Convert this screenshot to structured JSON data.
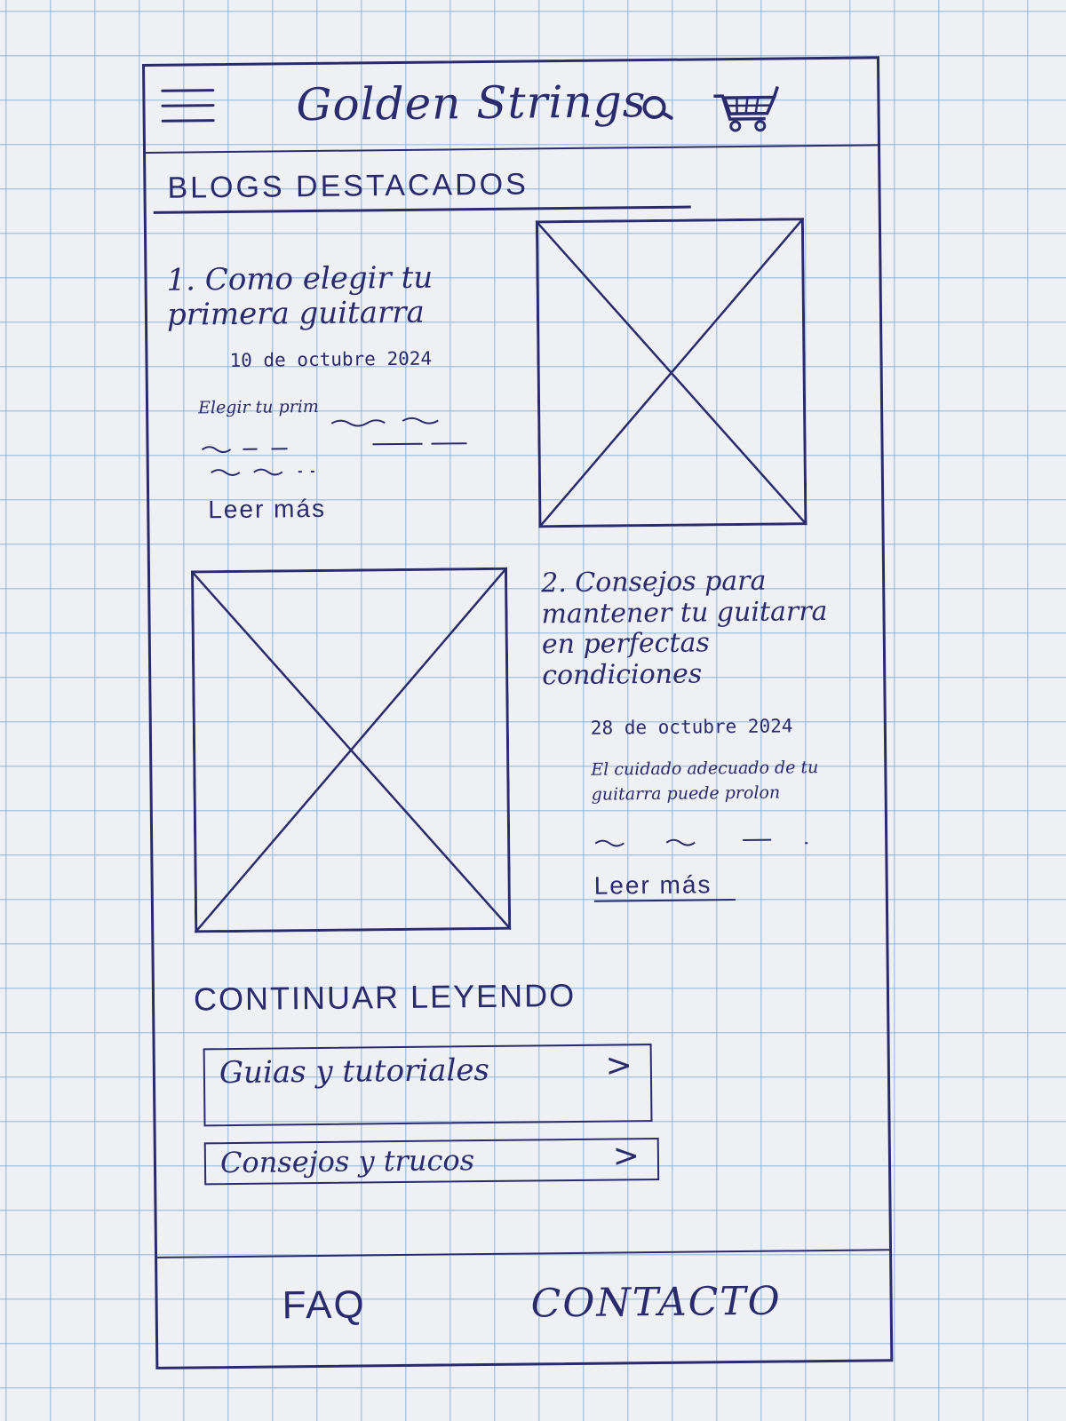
{
  "header": {
    "brand": "Golden Strings",
    "icons": [
      "hamburger-menu-icon",
      "search-icon",
      "cart-icon"
    ]
  },
  "featured": {
    "section_title": "BLOGS DESTACADOS",
    "posts": [
      {
        "number": "1.",
        "title": "Como elegir tu primera guitarra",
        "date": "10 de octubre 2024",
        "excerpt": "Elegir tu prim",
        "read_more": "Leer más"
      },
      {
        "number": "2.",
        "title": "Consejos para mantener tu guitarra en perfectas condiciones",
        "date": "28 de octubre 2024",
        "excerpt": "El cuidado adecuado de tu guitarra puede prolon",
        "read_more": "Leer más"
      }
    ]
  },
  "continue_reading": {
    "title": "CONTINUAR LEYENDO",
    "items": [
      {
        "label": "Guias y tutoriales",
        "chevron": ">"
      },
      {
        "label": "Consejos y trucos",
        "chevron": ">"
      }
    ]
  },
  "footer": {
    "faq": "FAQ",
    "contact": "CONTACTO"
  },
  "colors": {
    "ink": "#2a2a6e",
    "paper": "#eef0f3",
    "grid": "#78aad2"
  }
}
